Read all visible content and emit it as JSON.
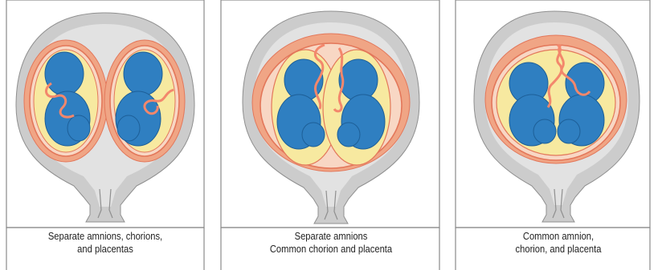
{
  "panels": [
    {
      "caption_line1": "Separate amnions, chorions,",
      "caption_line2": "and placentas"
    },
    {
      "caption_line1": "Separate amnions",
      "caption_line2": "Common chorion and placenta"
    },
    {
      "caption_line1": "Common amnion,",
      "caption_line2": "chorion, and placenta"
    }
  ],
  "colors": {
    "uterus_wall": "#cccccc",
    "cavity": "#e2e2e2",
    "placenta": "#f0a585",
    "chorion_line": "#e3775a",
    "amnion_fluid": "#f7e9a0",
    "fetus": "#2f7fc1",
    "fetus_outline": "#1d5f98",
    "cord": "#f3876c",
    "frame": "#8a8a8a"
  }
}
